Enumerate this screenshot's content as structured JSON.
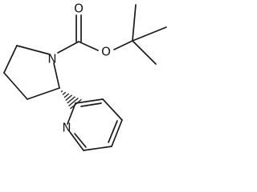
{
  "structure": {
    "atoms": {
      "n_pyrrolidine": "N",
      "o_carbonyl": "O",
      "o_ester": "O",
      "n_pyridine": "N"
    }
  }
}
